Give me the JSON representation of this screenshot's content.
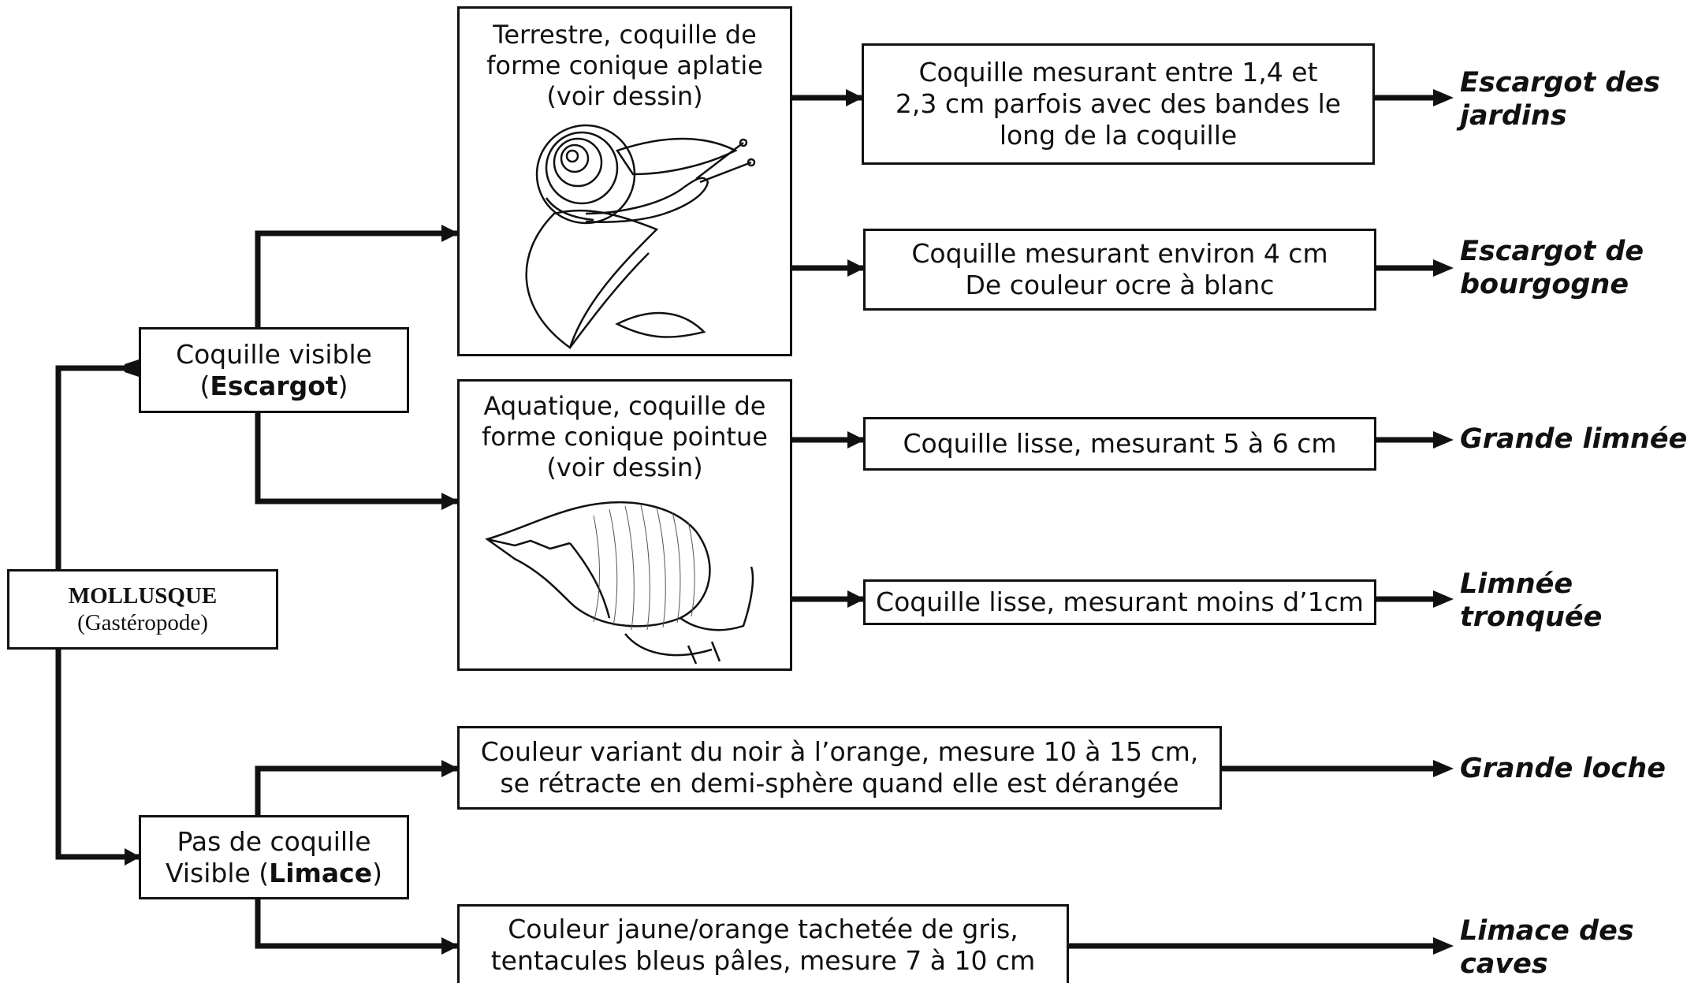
{
  "root": {
    "title": "MOLLUSQUE",
    "subtitle": "(Gastéropode)"
  },
  "branch_escargot": {
    "line1": "Coquille visible",
    "open": "(",
    "bold": "Escargot",
    "close": ")"
  },
  "branch_limace": {
    "line1": "Pas de coquille",
    "prefix": "Visible (",
    "bold": "Limace",
    "close": ")"
  },
  "terrestre": {
    "lines": [
      "Terrestre, coquille de",
      "forme conique aplatie",
      "(voir dessin)"
    ],
    "drawing": "garden-snail-on-leaf-illustration"
  },
  "aquatique": {
    "lines": [
      "Aquatique, coquille de",
      "forme conique pointue",
      "(voir dessin)"
    ],
    "drawing": "pond-snail-illustration"
  },
  "criteria": {
    "jardins": [
      "Coquille mesurant entre 1,4 et",
      "2,3 cm parfois avec des bandes le",
      "long de la coquille"
    ],
    "bourgogne": [
      "Coquille mesurant environ 4 cm",
      "De couleur ocre à blanc"
    ],
    "grande_limnee": [
      "Coquille lisse, mesurant 5 à 6 cm"
    ],
    "limnee_tronquee": [
      "Coquille lisse, mesurant moins d’1cm"
    ],
    "grande_loche": [
      "Couleur variant du noir à l’orange, mesure 10 à 15 cm,",
      "se rétracte en demi-sphère quand elle est dérangée"
    ],
    "limace_caves": [
      "Couleur jaune/orange tachetée de gris,",
      "tentacules bleus pâles, mesure 7 à 10 cm"
    ]
  },
  "results": {
    "jardins": [
      "Escargot des",
      "jardins"
    ],
    "bourgogne": [
      "Escargot de",
      "bourgogne"
    ],
    "grande_limnee": [
      "Grande limnée"
    ],
    "limnee_tronquee": [
      "Limnée",
      "tronquée"
    ],
    "grande_loche": [
      "Grande loche"
    ],
    "limace_caves": [
      "Limace des",
      "caves"
    ]
  },
  "colors": {
    "line": "#111111",
    "background": "#ffffff"
  }
}
